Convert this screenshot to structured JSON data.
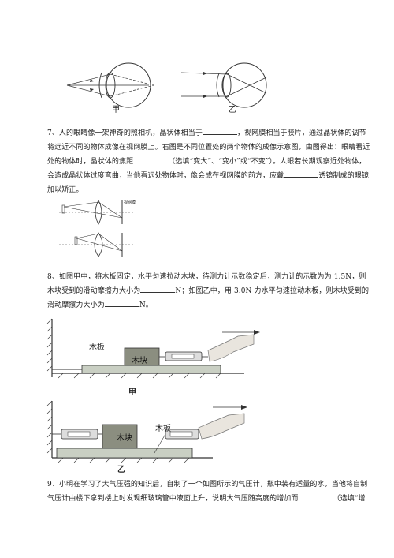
{
  "eye_figure": {
    "label_a": "甲",
    "label_b": "乙"
  },
  "q7": {
    "p1": "7、人的眼睛像一架神奇的照相机，晶状体相当于",
    "p2": "，视网膜相当于胶片，通过晶状体的调节将远近不同的物体成像在视网膜上。右图是不同位置处的两个物体的成像示意图，由图得出：眼睛看近处的物体时，晶状体的焦距",
    "p3": "（选填“变大”、“变小”或“不变”）。人眼若长期观察近处物体，会造成晶状体过度弯曲，当他看远处物体时，像会成在视网膜的前方，应戴",
    "p4": "透镜制成的眼镜加以矫正。",
    "retina_label": "视网膜"
  },
  "q8": {
    "p1": "8、如图甲中，将木板固定，水平匀速拉动木块，待测力计示数稳定后，测力计的示数为为 1.5N，则木块受到的滑动摩擦力大小为",
    "p2": "N；如图乙中，用 3.0N 力水平匀速拉动木板，则木块受到的滑动摩擦力大小为",
    "p3": "N。",
    "fig_a": {
      "board": "木板",
      "block": "木块",
      "caption": "甲"
    },
    "fig_b": {
      "board": "木板",
      "block": "木块",
      "caption": "乙"
    }
  },
  "q9": {
    "p1": "9、小明在学习了大气压强的知识后，自制了一个如图所示的气压计，瓶中装有适量的水，当他将自制气压计由楼下拿到楼上时发现细玻璃管中液面上升，说明大气压随高度的增加而",
    "p2": "（选填“增"
  }
}
